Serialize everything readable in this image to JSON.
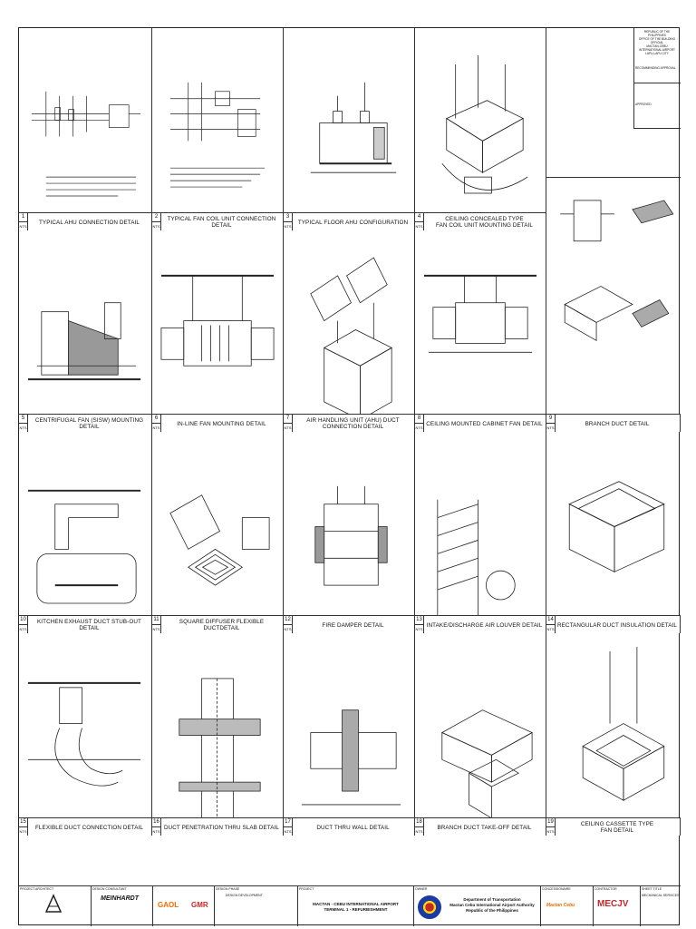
{
  "details": [
    {
      "num": "1",
      "scale": "NTS",
      "title": [
        "TYPICAL AHU CONNECTION DETAIL"
      ]
    },
    {
      "num": "2",
      "scale": "NTS",
      "title": [
        "TYPICAL FAN COIL UNIT CONNECTION DETAIL"
      ]
    },
    {
      "num": "3",
      "scale": "NTS",
      "title": [
        "TYPICAL FLOOR AHU CONFIGURATION"
      ]
    },
    {
      "num": "4",
      "scale": "NTS",
      "title": [
        "CEILING CONCEALED TYPE",
        "FAN COIL UNIT MOUNTING DETAIL"
      ]
    },
    {
      "num": "5",
      "scale": "NTS",
      "title": [
        "CENTRIFUGAL FAN (SISW) MOUNTING DETAIL"
      ]
    },
    {
      "num": "6",
      "scale": "NTS",
      "title": [
        "IN-LINE FAN MOUNTING DETAIL"
      ]
    },
    {
      "num": "7",
      "scale": "NTS",
      "title": [
        "AIR HANDLING UNIT (AHU) DUCT CONNECTION DETAIL"
      ]
    },
    {
      "num": "8",
      "scale": "NTS",
      "title": [
        "CEILING MOUNTED CABINET FAN DETAIL"
      ]
    },
    {
      "num": "9",
      "scale": "NTS",
      "title": [
        "BRANCH DUCT DETAIL"
      ]
    },
    {
      "num": "10",
      "scale": "NTS",
      "title": [
        "KITCHEN EXHAUST DUCT STUB-OUT DETAIL"
      ]
    },
    {
      "num": "11",
      "scale": "NTS",
      "title": [
        "SQUARE DIFFUSER FLEXIBLE DUCTDETAIL"
      ]
    },
    {
      "num": "12",
      "scale": "NTS",
      "title": [
        "FIRE DAMPER DETAIL"
      ]
    },
    {
      "num": "13",
      "scale": "NTS",
      "title": [
        "INTAKE/DISCHARGE AIR LOUVER DETAIL"
      ]
    },
    {
      "num": "14",
      "scale": "NTS",
      "title": [
        "RECTANGULAR DUCT INSULATION DETAIL"
      ]
    },
    {
      "num": "15",
      "scale": "NTS",
      "title": [
        "FLEXIBLE DUCT CONNECTION DETAIL"
      ]
    },
    {
      "num": "16",
      "scale": "NTS",
      "title": [
        "DUCT PENETRATION THRU SLAB DETAIL"
      ]
    },
    {
      "num": "17",
      "scale": "NTS",
      "title": [
        "DUCT THRU WALL DETAIL"
      ]
    },
    {
      "num": "18",
      "scale": "NTS",
      "title": [
        "BRANCH DUCT TAKE-OFF DETAIL"
      ]
    },
    {
      "num": "19",
      "scale": "NTS",
      "title": [
        "CEILING CASSETTE TYPE",
        "FAN DETAIL"
      ]
    }
  ],
  "titleblock": {
    "republic": [
      "REPUBLIC OF THE PHILIPPINES",
      "OFFICE OF THE BUILDING OFFICIAL",
      "MACTAN-CEBU INTERNATIONAL AIRPORT",
      "LAPU-LAPU CITY"
    ],
    "recommending": "RECOMMENDING APPROVAL",
    "approved": "APPROVED"
  },
  "bottom": {
    "project_architect": "PROJECT ARCHITECT",
    "design_consultant": "DESIGN CONSULTANT",
    "design_phase": "DESIGN PHASE",
    "design_phase_value": "DESIGN DEVELOPMENT",
    "project": "PROJECT",
    "project_name": [
      "MACTAN - CEBU INTERNATIONAL AIRPORT",
      "TERMINAL 1 - REFURBISHMENT"
    ],
    "owner": "OWNER",
    "owner_name": [
      "Department of Transportation",
      "Mactan Cebu International Airport Authority",
      "Republic of the Philippines"
    ],
    "concessionaire": "CONCESSIONAIRE",
    "contractor": "CONTRACTOR",
    "sheet_title": "SHEET TITLE",
    "discipline": "MECHANICAL SERVICES",
    "consultant_logo": "MEINHARDT",
    "jv_logo": "GAOL",
    "gmr_logo": "GMR",
    "mecjv_logo": "MECJV",
    "cebu_logo": "Mactan Cebu"
  },
  "colors": {
    "line": "#222222",
    "red": "#c62828",
    "blue": "#1a3aa8",
    "orange": "#ef6c00"
  }
}
